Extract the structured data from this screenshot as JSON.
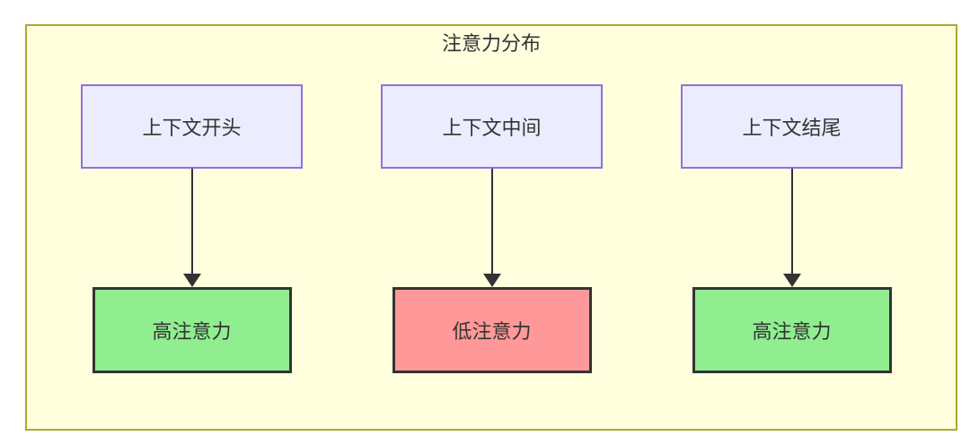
{
  "diagram": {
    "title": "注意力分布",
    "columns": [
      {
        "source": "上下文开头",
        "target": "高注意力",
        "target_type": "high"
      },
      {
        "source": "上下文中间",
        "target": "低注意力",
        "target_type": "low"
      },
      {
        "source": "上下文结尾",
        "target": "高注意力",
        "target_type": "high"
      }
    ],
    "colors": {
      "cluster_fill": "#FFFFDE",
      "cluster_border": "#AAAA33",
      "source_fill": "#ECECFF",
      "source_border": "#9370DB",
      "high_fill": "#90EE90",
      "low_fill": "#FF9999",
      "result_border": "#333333",
      "arrow_color": "#333333",
      "text_color": "#333333"
    }
  }
}
